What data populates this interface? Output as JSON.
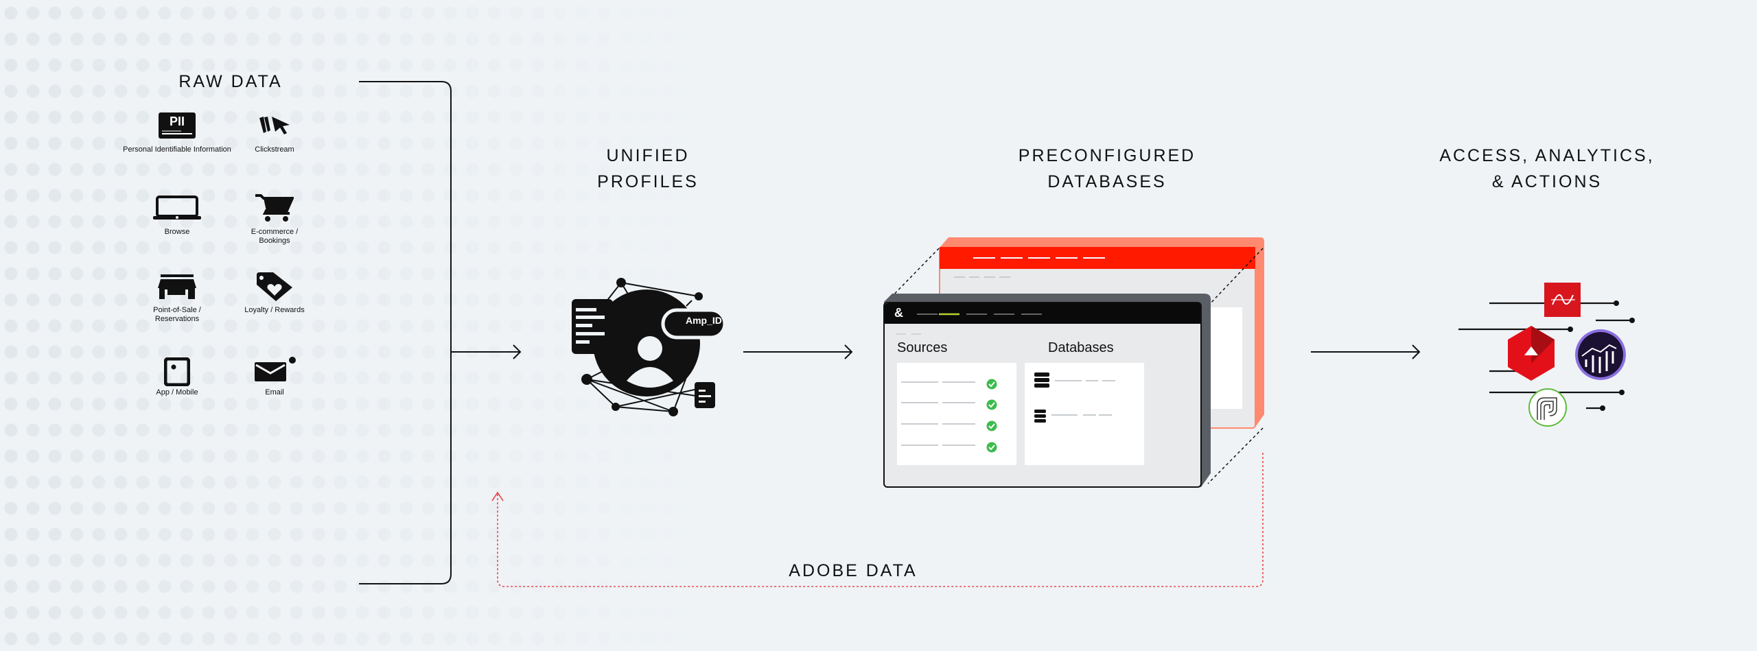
{
  "headings": {
    "raw_data": "RAW DATA",
    "unified_profiles": [
      "UNIFIED",
      "PROFILES"
    ],
    "preconfigured_databases": [
      "PRECONFIGURED",
      "DATABASES"
    ],
    "access": [
      "ACCESS, ANALYTICS,",
      "& ACTIONS"
    ]
  },
  "raw_data_sources": [
    {
      "label": "Personal Identifiable Information",
      "icon": "pii-icon"
    },
    {
      "label": "Clickstream",
      "icon": "cursor-click-icon"
    },
    {
      "label": "Browse",
      "icon": "laptop-icon"
    },
    {
      "label": "E-commerce / Bookings",
      "icon": "shopping-cart-icon"
    },
    {
      "label": "Point-of-Sale / Reservations",
      "icon": "storefront-icon"
    },
    {
      "label": "Loyalty / Rewards",
      "icon": "heart-tag-icon"
    },
    {
      "label": "App / Mobile",
      "icon": "mobile-icon"
    },
    {
      "label": "Email",
      "icon": "email-icon"
    }
  ],
  "profile": {
    "id_badge": "Amp_ID",
    "pii_text": "PII"
  },
  "app_window": {
    "sources_title": "Sources",
    "databases_title": "Databases",
    "logo": "&"
  },
  "feedback_label": "ADOBE DATA",
  "colors": {
    "background": "#eff3f6",
    "accent_red": "#ff1a00",
    "check_green": "#3dbb4c",
    "feedback_dotted": "#e5484d",
    "nav_active": "#b7d334"
  }
}
